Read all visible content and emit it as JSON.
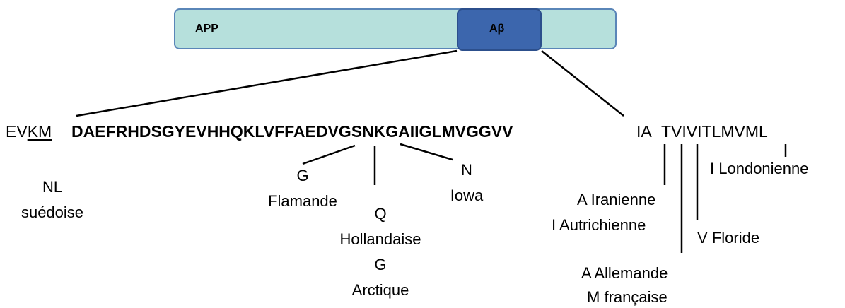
{
  "protein": {
    "precursor_label": "APP",
    "peptide_label": "Aβ"
  },
  "sequence": {
    "prefix_plain": "EV",
    "prefix_underlined": "KM",
    "abeta_bold": "DAEFRHDSGYEVHHQKLVFFAEDVGSNKGAIIGLMVGGVV",
    "suffix_1": "IA",
    "suffix_2": "TVIVITLMVML"
  },
  "mutations": [
    {
      "change": "NL",
      "name": "suédoise"
    },
    {
      "change": "G",
      "name": "Flamande"
    },
    {
      "change": "Q",
      "name": "Hollandaise"
    },
    {
      "change": "G",
      "name": "Arctique"
    },
    {
      "change": "N",
      "name": "Iowa"
    },
    {
      "change": "A",
      "name": "Iranienne"
    },
    {
      "change": "I",
      "name": "Autrichienne"
    },
    {
      "change": "A",
      "name": "Allemande"
    },
    {
      "change": "M",
      "name": "française"
    },
    {
      "change": "V",
      "name": "Floride"
    },
    {
      "change": "I",
      "name": "Londonienne"
    }
  ]
}
